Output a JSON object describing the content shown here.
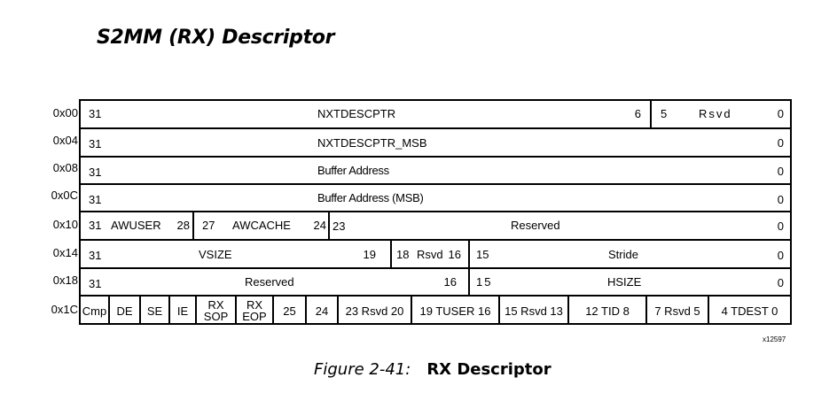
{
  "title": "S2MM (RX) Descriptor",
  "figure": {
    "number": "Figure 2-41:",
    "name": "RX Descriptor",
    "id": "x12597"
  },
  "rows": [
    {
      "offset": "0x00",
      "fields": [
        {
          "msb": "31",
          "name": "NXTDESCPTR",
          "lsb": "6"
        },
        {
          "msb": "5",
          "name": "Rsvd",
          "lsb": "0"
        }
      ]
    },
    {
      "offset": "0x04",
      "fields": [
        {
          "msb": "31",
          "name": "NXTDESCPTR_MSB",
          "lsb": "0"
        }
      ]
    },
    {
      "offset": "0x08",
      "fields": [
        {
          "msb": "31",
          "name": "Buffer Address",
          "lsb": "0"
        }
      ]
    },
    {
      "offset": "0x0C",
      "fields": [
        {
          "msb": "31",
          "name": "Buffer Address (MSB)",
          "lsb": "0"
        }
      ]
    },
    {
      "offset": "0x10",
      "fields": [
        {
          "msb": "31",
          "name": "AWUSER",
          "lsb": "28"
        },
        {
          "msb": "27",
          "name": "AWCACHE",
          "lsb": "24"
        },
        {
          "msb": "23",
          "name": "Reserved",
          "lsb": "0"
        }
      ]
    },
    {
      "offset": "0x14",
      "fields": [
        {
          "msb": "31",
          "name": "VSIZE",
          "lsb": "19"
        },
        {
          "msb": "18",
          "name": "Rsvd",
          "lsb": "16"
        },
        {
          "msb": "15",
          "name": "Stride",
          "lsb": "0"
        }
      ]
    },
    {
      "offset": "0x18",
      "fields": [
        {
          "msb": "31",
          "name": "Reserved",
          "lsb": "16"
        },
        {
          "msb": "15",
          "name": "HSIZE",
          "lsb": "0"
        }
      ]
    },
    {
      "offset": "0x1C",
      "fields": [
        {
          "label": "Cmp"
        },
        {
          "label": "DE"
        },
        {
          "label": "SE"
        },
        {
          "label": "IE"
        },
        {
          "label": "RX SOP"
        },
        {
          "label": "RX EOP"
        },
        {
          "label": "25"
        },
        {
          "label": "24"
        },
        {
          "label": "23 Rsvd 20"
        },
        {
          "label": "19 TUSER 16"
        },
        {
          "label": "15 Rsvd 13"
        },
        {
          "label": "12 TID 8"
        },
        {
          "label": "7 Rsvd 5"
        },
        {
          "label": "4 TDEST 0"
        }
      ]
    }
  ]
}
